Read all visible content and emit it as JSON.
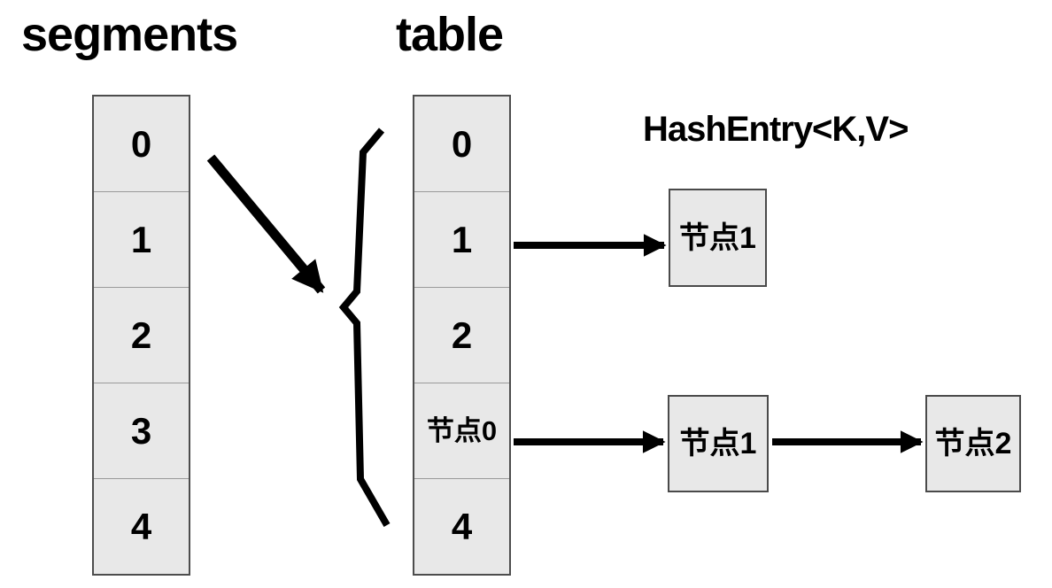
{
  "diagram": {
    "titles": {
      "segments": "segments",
      "table": "table"
    },
    "hash_entry_label": "HashEntry<K,V>",
    "segments_cells": [
      "0",
      "1",
      "2",
      "3",
      "4"
    ],
    "table_cells": [
      "0",
      "1",
      "2",
      "节点0",
      "4"
    ],
    "nodes": {
      "bucket1": [
        "节点1"
      ],
      "bucket3": [
        "节点1",
        "节点2"
      ]
    },
    "colors": {
      "cell_fill": "#e8e8e8",
      "column_border": "#4d4d4d",
      "row_divider": "#9a9a9a",
      "node_border": "#4a4a4a",
      "line_color": "#000000",
      "text_color": "#000000"
    }
  }
}
